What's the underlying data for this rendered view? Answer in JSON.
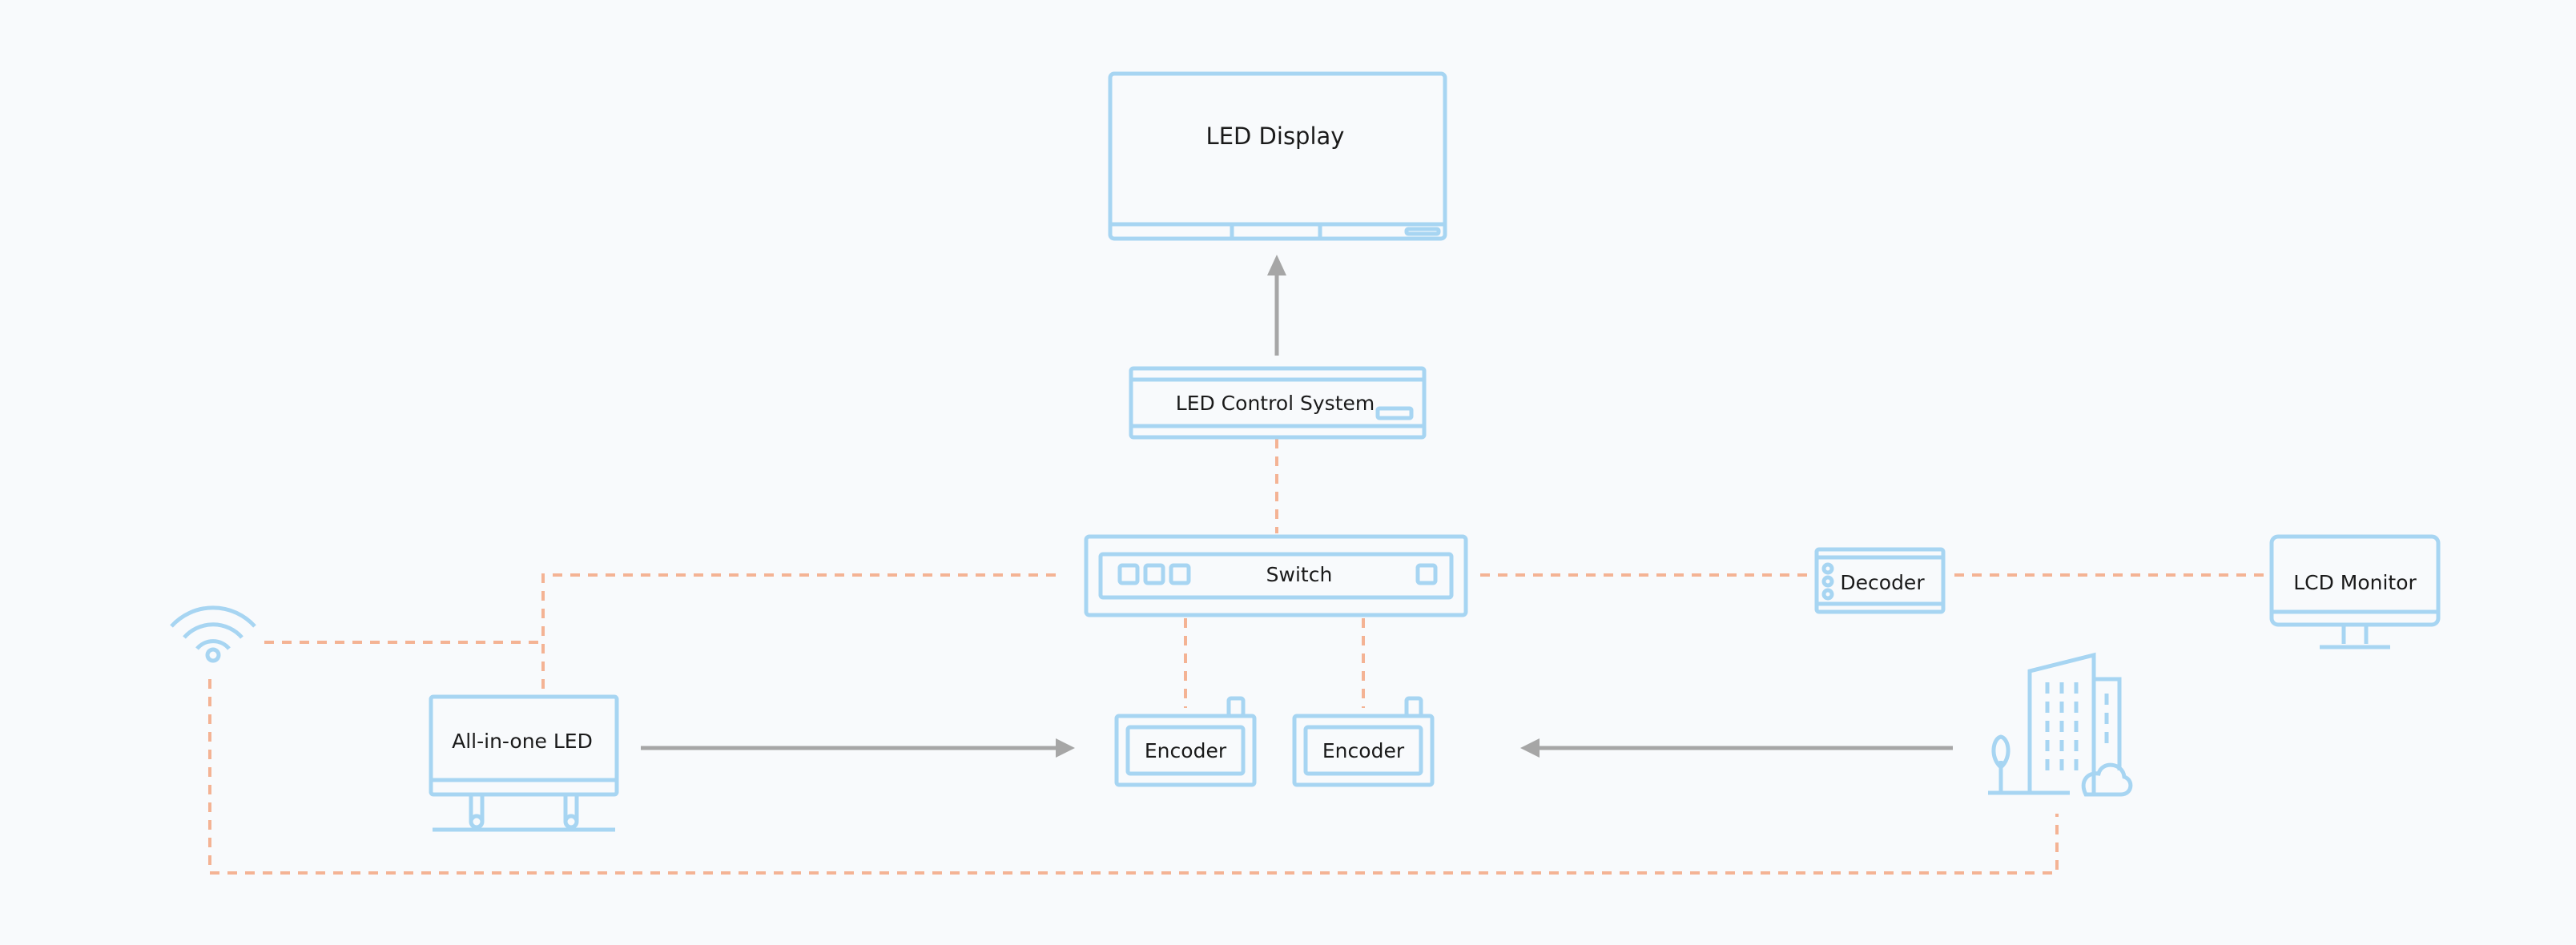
{
  "nodes": {
    "led_display": "LED Display",
    "led_control_system": "LED Control System",
    "switch": "Switch",
    "decoder": "Decoder",
    "lcd_monitor": "LCD Monitor",
    "all_in_one_led": "All-in-one LED",
    "encoder_1": "Encoder",
    "encoder_2": "Encoder"
  },
  "icons": {
    "wifi": "wifi-icon",
    "building": "building-icon"
  },
  "colors": {
    "background": "#f8fafc",
    "device_outline": "#a7d5f2",
    "network_link": "#f4b394",
    "data_arrow": "#a6a6a6",
    "text": "#1a1a1a"
  }
}
